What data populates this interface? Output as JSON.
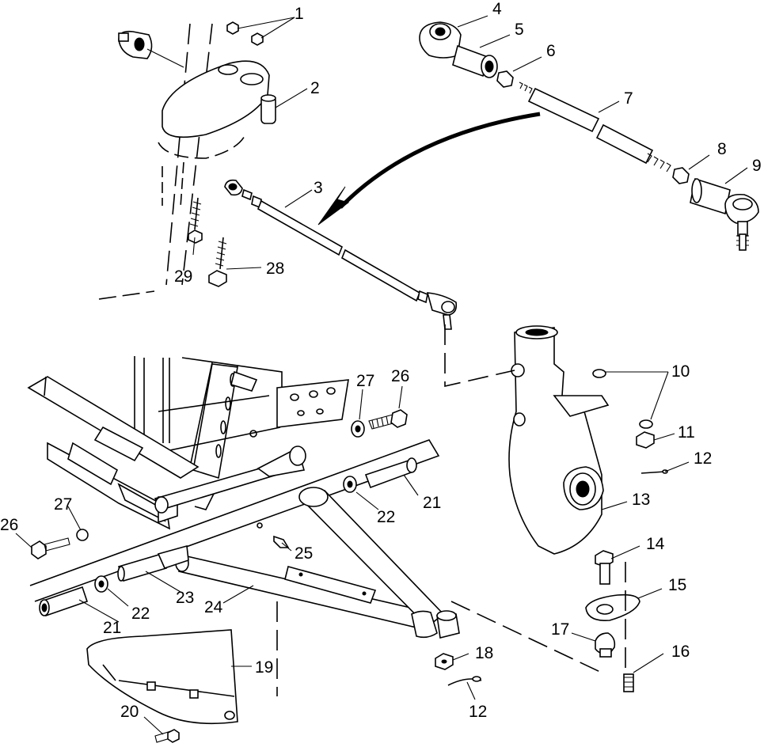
{
  "diagram": {
    "callouts": [
      {
        "id": "c1",
        "text": "1"
      },
      {
        "id": "c2",
        "text": "2"
      },
      {
        "id": "c3",
        "text": "3"
      },
      {
        "id": "c4",
        "text": "4"
      },
      {
        "id": "c5",
        "text": "5"
      },
      {
        "id": "c6",
        "text": "6"
      },
      {
        "id": "c7",
        "text": "7"
      },
      {
        "id": "c8",
        "text": "8"
      },
      {
        "id": "c9",
        "text": "9"
      },
      {
        "id": "c10",
        "text": "10"
      },
      {
        "id": "c11",
        "text": "11"
      },
      {
        "id": "c12a",
        "text": "12"
      },
      {
        "id": "c12b",
        "text": "12"
      },
      {
        "id": "c13",
        "text": "13"
      },
      {
        "id": "c14",
        "text": "14"
      },
      {
        "id": "c15",
        "text": "15"
      },
      {
        "id": "c16",
        "text": "16"
      },
      {
        "id": "c17",
        "text": "17"
      },
      {
        "id": "c18",
        "text": "18"
      },
      {
        "id": "c19",
        "text": "19"
      },
      {
        "id": "c20",
        "text": "20"
      },
      {
        "id": "c21a",
        "text": "21"
      },
      {
        "id": "c21b",
        "text": "21"
      },
      {
        "id": "c22a",
        "text": "22"
      },
      {
        "id": "c22b",
        "text": "22"
      },
      {
        "id": "c23",
        "text": "23"
      },
      {
        "id": "c24",
        "text": "24"
      },
      {
        "id": "c25",
        "text": "25"
      },
      {
        "id": "c26a",
        "text": "26"
      },
      {
        "id": "c26b",
        "text": "26"
      },
      {
        "id": "c27a",
        "text": "27"
      },
      {
        "id": "c27b",
        "text": "27"
      },
      {
        "id": "c28",
        "text": "28"
      },
      {
        "id": "c29",
        "text": "29"
      }
    ],
    "colors": {
      "ink": "#000000",
      "paper": "#ffffff"
    }
  }
}
